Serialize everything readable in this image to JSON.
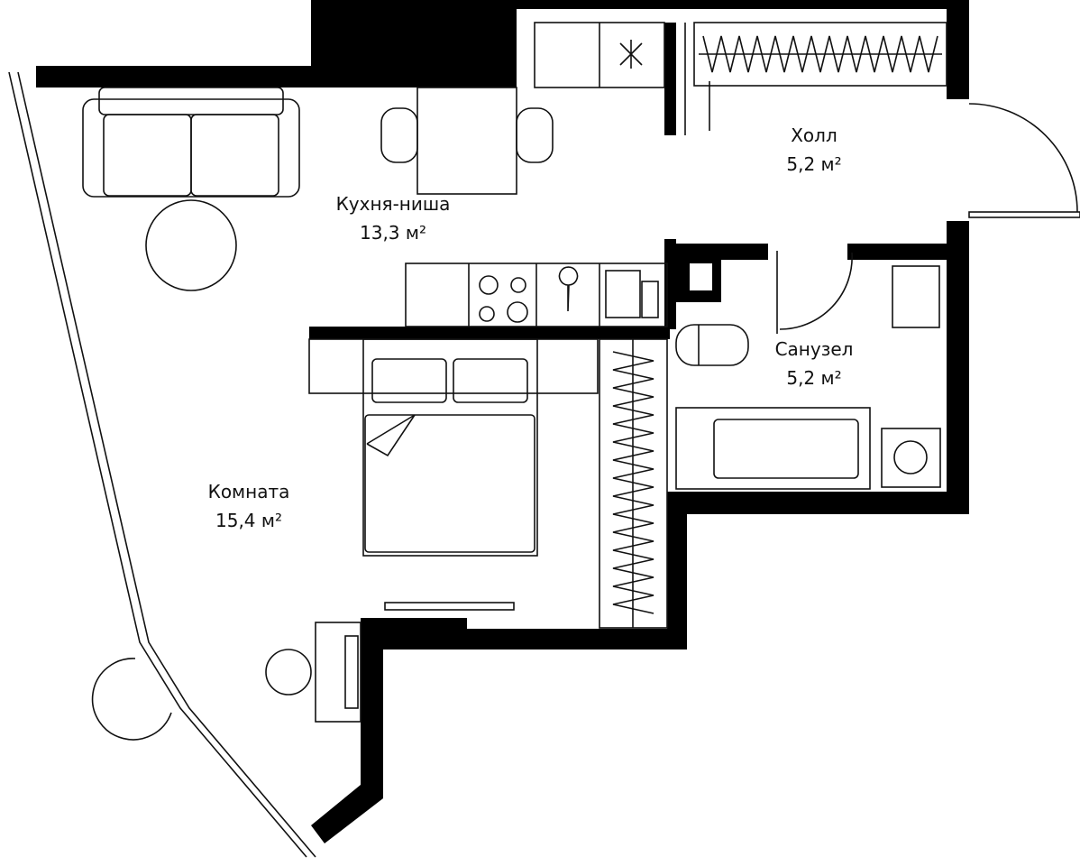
{
  "rooms": {
    "kitchen": {
      "name": "Кухня-ниша",
      "area": "13,3 м²"
    },
    "hall": {
      "name": "Холл",
      "area": "5,2 м²"
    },
    "bathroom": {
      "name": "Санузел",
      "area": "5,2 м²"
    },
    "room": {
      "name": "Комната",
      "area": "15,4 м²"
    }
  },
  "colors": {
    "wall": "#000000",
    "line": "#111111",
    "background": "#ffffff"
  }
}
